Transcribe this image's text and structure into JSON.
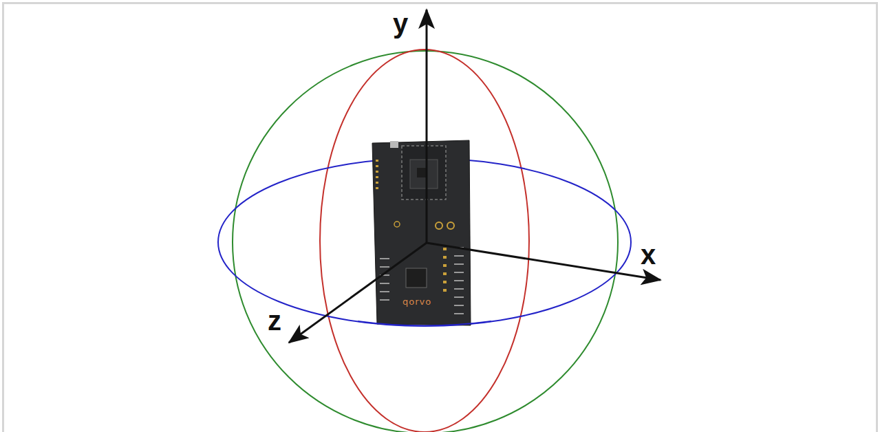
{
  "diagram": {
    "labels": [
      "y",
      "x",
      "z",
      "qorvo"
    ]
  }
}
